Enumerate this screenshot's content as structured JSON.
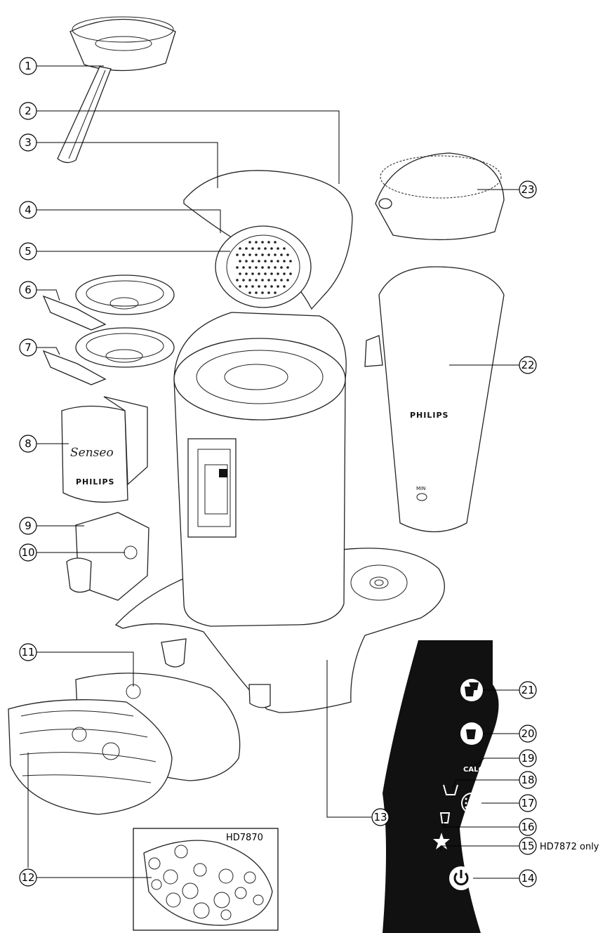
{
  "callouts": [
    {
      "num": "1"
    },
    {
      "num": "2"
    },
    {
      "num": "3"
    },
    {
      "num": "4"
    },
    {
      "num": "5"
    },
    {
      "num": "6"
    },
    {
      "num": "7"
    },
    {
      "num": "8"
    },
    {
      "num": "9"
    },
    {
      "num": "10"
    },
    {
      "num": "11"
    },
    {
      "num": "12"
    },
    {
      "num": "13"
    },
    {
      "num": "14"
    },
    {
      "num": "15"
    },
    {
      "num": "16"
    },
    {
      "num": "17"
    },
    {
      "num": "18"
    },
    {
      "num": "19"
    },
    {
      "num": "20"
    },
    {
      "num": "21"
    },
    {
      "num": "22"
    },
    {
      "num": "23"
    }
  ],
  "labels": {
    "hd7870": "HD7870",
    "hd7872_only": "HD7872 only",
    "calc": "CALC",
    "min": "MIN"
  },
  "brand": {
    "philips": "PHILIPS",
    "senseo": "Senseo"
  },
  "icons": {
    "power": "power-icon",
    "star": "star-icon",
    "two_cups": "two-cups-icon",
    "one_cup": "one-cup-icon",
    "water_refill": "water-refill-icon",
    "decalc": "decalc-icon",
    "dots_play": "dots-play-icon"
  },
  "colors": {
    "line": "#000000",
    "panel": "#111111",
    "paper": "#ffffff"
  }
}
